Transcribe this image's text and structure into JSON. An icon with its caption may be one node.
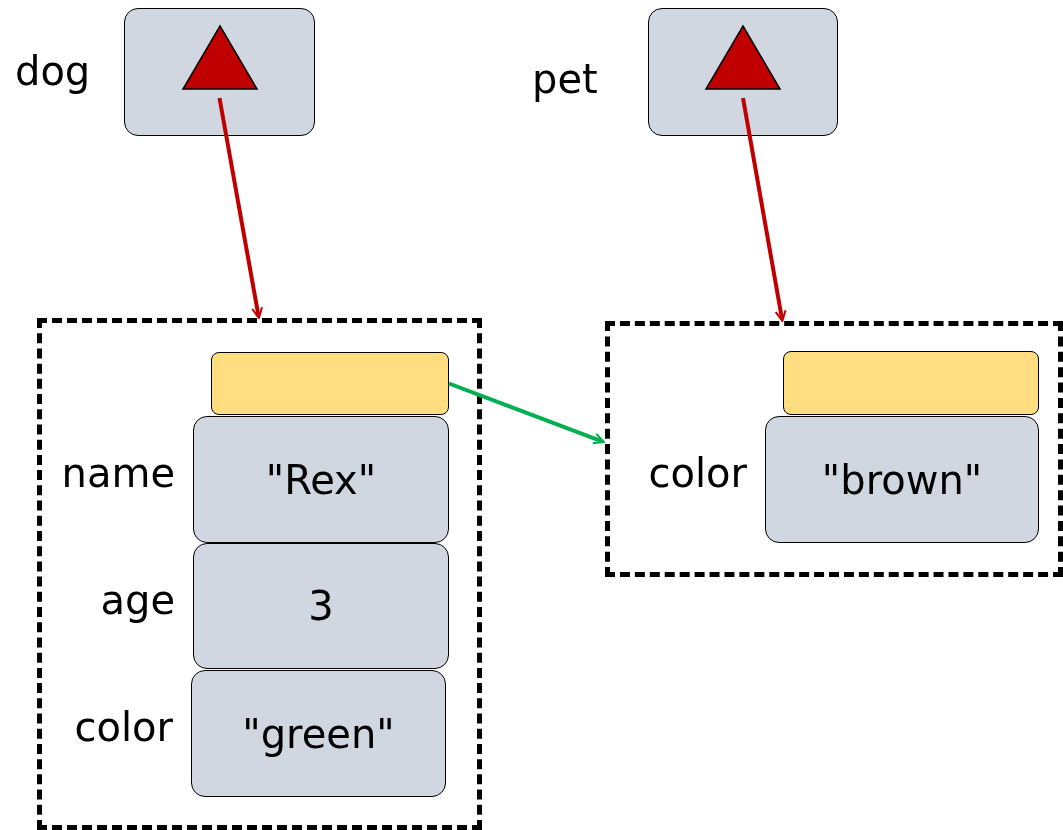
{
  "diagram": {
    "nodes": [
      {
        "text": [
          "dog"
        ]
      },
      {
        "text": [
          "pet"
        ]
      },
      {
        "text": [],
        "shape": "box"
      },
      {
        "text": [],
        "shape": "box",
        "in": 2
      },
      {
        "text": [
          "name",
          "\"Rex\""
        ],
        "in": 2
      },
      {
        "text": [
          "age",
          "3"
        ],
        "in": 2
      },
      {
        "text": [
          "color",
          "\"green\""
        ],
        "in": 2
      },
      {
        "text": [],
        "shape": "box"
      },
      {
        "text": [],
        "shape": "box",
        "in": 7
      },
      {
        "text": [
          "color",
          "\"brown\""
        ],
        "in": 7
      }
    ],
    "edges": [
      {
        "from": 0,
        "to": 2,
        "arrow": "to",
        "color": "#c00000"
      },
      {
        "from": 1,
        "to": 7,
        "arrow": "to",
        "color": "#c00000"
      },
      {
        "from": 3,
        "to": 7,
        "arrow": "to",
        "color": "#00b050"
      }
    ]
  }
}
